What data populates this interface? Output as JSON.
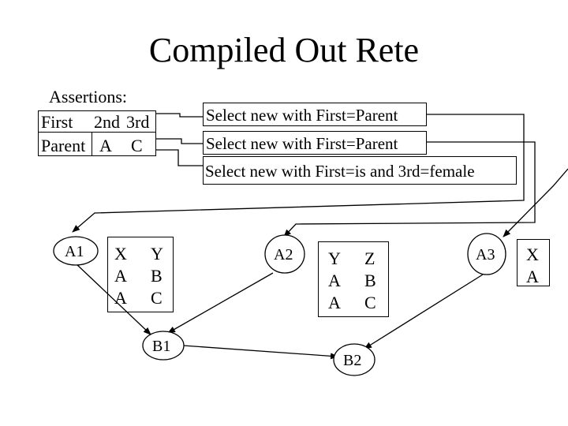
{
  "title": "Compiled Out Rete",
  "assertions": {
    "heading": "Assertions:",
    "headers": [
      "First",
      "2nd",
      "3rd"
    ],
    "row": [
      "Parent",
      "A",
      "C"
    ]
  },
  "selects": [
    "Select new with First=Parent",
    "Select new with First=Parent",
    "Select new with First=is and 3rd=female"
  ],
  "nodes": {
    "a1": "A1",
    "a2": "A2",
    "a3": "A3",
    "b1": "B1",
    "b2": "B2"
  },
  "tables": {
    "a1": {
      "headers": [
        "X",
        "Y"
      ],
      "rows": [
        [
          "A",
          "B"
        ],
        [
          "A",
          "C"
        ]
      ]
    },
    "a2": {
      "headers": [
        "Y",
        "Z"
      ],
      "rows": [
        [
          "A",
          "B"
        ],
        [
          "A",
          "C"
        ]
      ]
    },
    "a3": {
      "headers": [
        "X"
      ],
      "rows": [
        [
          "A"
        ]
      ]
    }
  }
}
